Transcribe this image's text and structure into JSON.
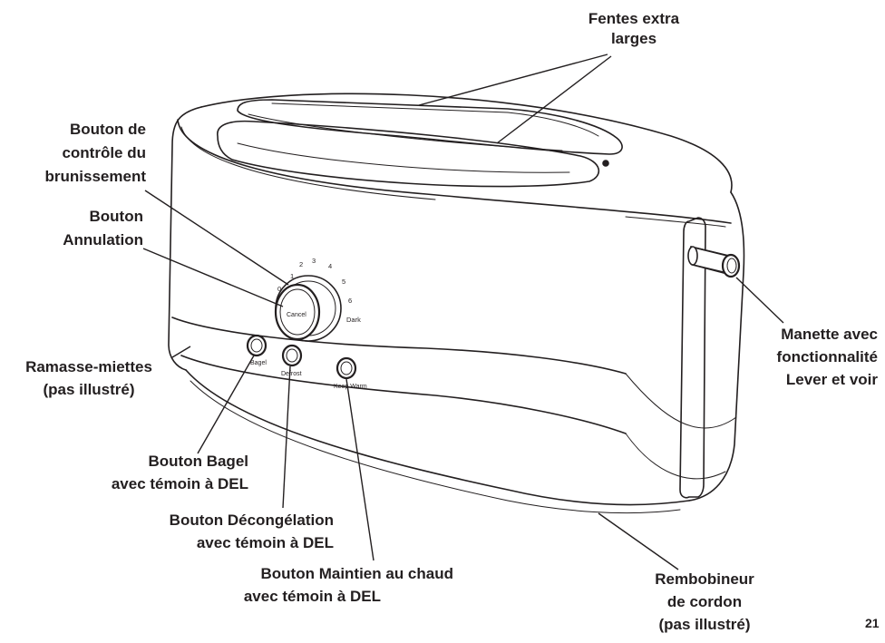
{
  "labels": {
    "slots": [
      "Fentes extra",
      "larges"
    ],
    "shade_knob": [
      "Bouton de",
      "contrôle du",
      "brunissement"
    ],
    "cancel_button": [
      "Bouton",
      "Annulation"
    ],
    "crumb_tray": [
      "Ramasse-miettes",
      "(pas illustré)"
    ],
    "bagel_button": [
      "Bouton Bagel",
      "avec témoin à DEL"
    ],
    "defrost_button": [
      "Bouton Décongélation",
      "avec témoin à DEL"
    ],
    "keep_warm_button": [
      "Bouton Maintien au chaud",
      "avec témoin à DEL"
    ],
    "lever": [
      "Manette avec",
      "fonctionnalité",
      "Lever et voir"
    ],
    "cord_wrap": [
      "Rembobineur",
      "de cordon",
      "(pas illustré)"
    ]
  },
  "dial": {
    "cancel_text": "Cancel",
    "numbers": [
      "0",
      "1",
      "2",
      "3",
      "4",
      "5",
      "6"
    ],
    "dark_text": "Dark"
  },
  "buttons": {
    "bagel_text": "Bagel",
    "defrost_text": "Defrost",
    "keep_warm_text": "Keep Warm"
  },
  "page_number": "21"
}
